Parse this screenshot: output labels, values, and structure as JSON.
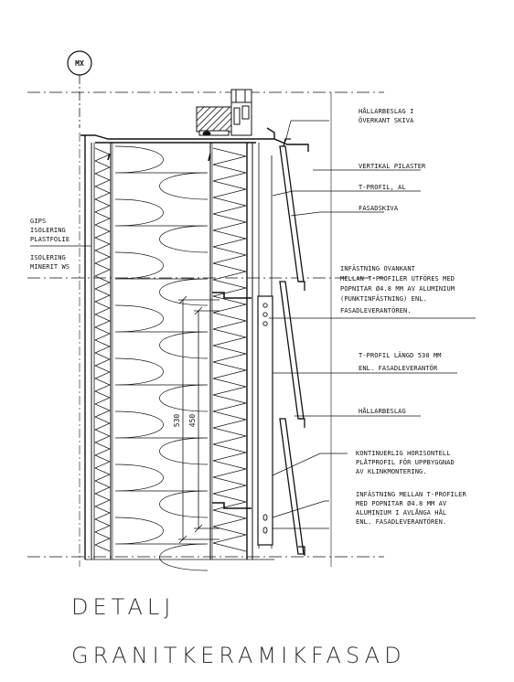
{
  "axis_tag": "MX",
  "labels": {
    "hallarbeslag_top_1": "HÅLLARBESLAG I",
    "hallarbeslag_top_2": "ÖVERKANT SKIVA",
    "vertikal_pilaster": "VERTIKAL PILASTER",
    "t_profil": "T-PROFIL, AL",
    "fasadskiva": "FASADSKIVA",
    "layer_1": "GIPS",
    "layer_2": "ISOLERING",
    "layer_3": "PLASTFOLIE",
    "layer_4": "ISOLERING",
    "layer_5": "MINERIT WS",
    "infastning_1": "INFÄSTNING OVANKANT",
    "infastning_2": "MELLAN T-PROFILER UTFÖRES MED",
    "infastning_3": "POPNITAR Ø4.8 MM AV ALUMINIUM",
    "infastning_4": "(PUNKTINFÄSTNING) ENL.",
    "infastning_5": "FASADLEVERANTÖREN.",
    "tprofil_langd_1": "T-PROFIL LÄNGD 530 MM",
    "tprofil_langd_2": "ENL. FASADLEVERANTÖR",
    "hallarbeslag": "HÅLLARBESLAG",
    "kontinuerlig_1": "KONTINUERLIG HORISONTELL",
    "kontinuerlig_2": "PLÅTPROFIL FÖR UPPBYGGNAD",
    "kontinuerlig_3": "AV KLINKMONTERING.",
    "infastning_b_1": "INFÄSTNING MELLAN T-PROFILER",
    "infastning_b_2": "MED POPNITAR Ø4.8 MM AV",
    "infastning_b_3": "ALUMINIUM I AVLÅNGA HÅL",
    "infastning_b_4": "ENL. FASADLEVERANTÖREN."
  },
  "dimensions": {
    "outer": "530",
    "inner": "450"
  },
  "title": {
    "line1": "DETALJ",
    "line2": "GRANITKERAMIKFASAD"
  }
}
